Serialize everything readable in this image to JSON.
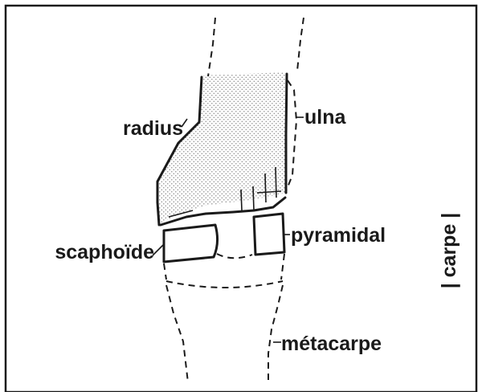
{
  "labels": {
    "radius": "radius",
    "ulna": "ulna",
    "scaphoide": "scaphoïde",
    "pyramidal": "pyramidal",
    "metacarpe": "métacarpe",
    "carpe": "| carpe |"
  },
  "colors": {
    "ink": "#1a1a1a",
    "stipple": "#9a9a9a",
    "background": "#ffffff"
  }
}
